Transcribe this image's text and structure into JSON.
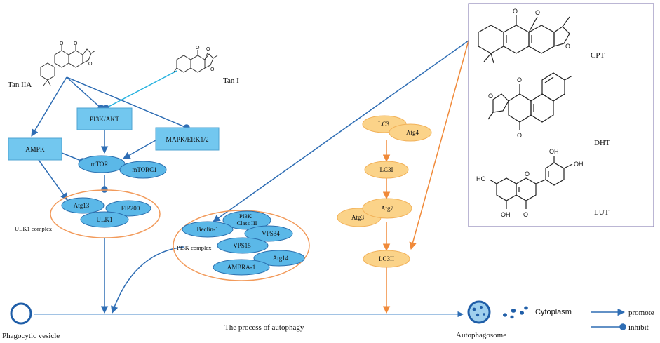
{
  "compounds": {
    "tan_iia": "Tan IIA",
    "tan_i": "Tan I",
    "cpt": "CPT",
    "dht": "DHT",
    "lut": "LUT"
  },
  "nodes": {
    "pi3k_akt": "PI3K/AKT",
    "ampk": "AMPK",
    "mapk_erk": "MAPK/ERK1/2",
    "mtor": "mTOR",
    "mtorc1": "mTORC1",
    "atg13": "Atg13",
    "fip200": "FIP200",
    "ulk1": "ULK1",
    "beclin1": "Beclin-1",
    "pi3k_class3_line1": "PI3K",
    "pi3k_class3_line2": "Class III",
    "vps34": "VPS34",
    "vps15": "VPS15",
    "atg14": "Atg14",
    "ambra1": "AMBRA-1",
    "lc3": "LC3",
    "atg4": "Atg4",
    "lc3i": "LC3I",
    "atg7": "Atg7",
    "atg3": "Atg3",
    "lc3ii": "LC3II"
  },
  "complexes": {
    "ulk1_complex": "ULK1 complex",
    "pi3k_complex": "PI3K complex"
  },
  "process": {
    "phagocytic_vesicle": "Phagocytic vesicle",
    "autophagy_label": "The process of autophagy",
    "autophagosome": "Autophagosome",
    "cytoplasm": "Cytoplasm"
  },
  "legend": {
    "promote": "promote",
    "inhibit": "inhibit"
  },
  "structure_labels": {
    "o": "O",
    "oh": "OH",
    "ho": "HO"
  },
  "colors": {
    "blue_arrow": "#2e6db4",
    "cyan_arrow": "#27b3e0",
    "box_fill": "#72c7ef",
    "ellipse_fill": "#5bb8e8",
    "ellipse_stroke": "#2a6fae",
    "orange_arrow": "#f08a3a",
    "orange_fill": "#fbd389",
    "orange_ring": "#f29a5a",
    "panel_border": "#8e86b8"
  }
}
